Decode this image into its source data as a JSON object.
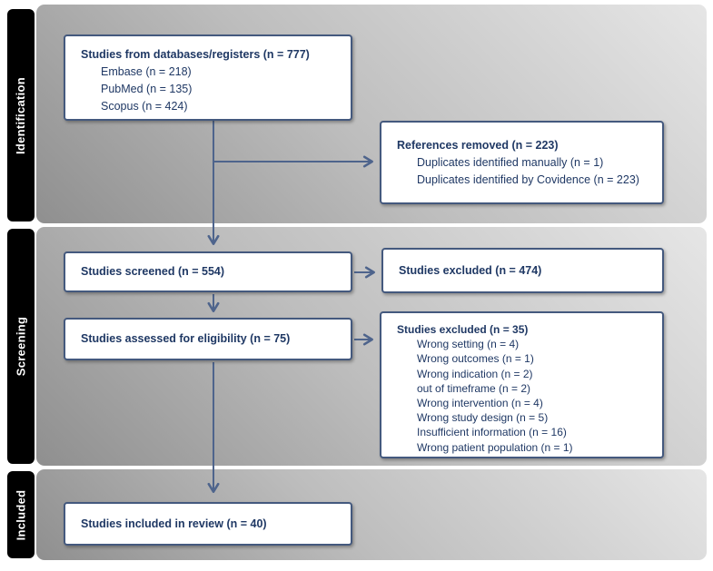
{
  "sidebar": {
    "items": [
      {
        "label": "Identification"
      },
      {
        "label": "Screening"
      },
      {
        "label": "Included"
      }
    ]
  },
  "boxes": {
    "databases": {
      "title": "Studies from databases/registers (n = 777)",
      "items": [
        "Embase (n = 218)",
        "PubMed (n = 135)",
        "Scopus (n = 424)"
      ]
    },
    "references_removed": {
      "title": "References removed (n = 223)",
      "items": [
        "Duplicates identified manually (n = 1)",
        "Duplicates identified by Covidence (n = 223)"
      ]
    },
    "screened": {
      "title": "Studies screened (n = 554)"
    },
    "excluded_screening": {
      "title": "Studies excluded (n = 474)"
    },
    "assessed": {
      "title": "Studies assessed for eligibility (n = 75)"
    },
    "excluded_eligibility": {
      "title": "Studies excluded (n = 35)",
      "items": [
        "Wrong setting (n = 4)",
        "Wrong outcomes (n = 1)",
        "Wrong indication (n = 2)",
        "out of timeframe (n = 2)",
        "Wrong intervention (n = 4)",
        "Wrong study design (n = 5)",
        "Insufficient information (n = 16)",
        "Wrong patient population (n = 1)"
      ]
    },
    "included": {
      "title": "Studies included in review (n = 40)"
    }
  },
  "colors": {
    "box_border": "#44597e",
    "text": "#1f3864",
    "arrow": "#4e648c",
    "sidebar_bg": "#000000",
    "sidebar_text": "#ffffff",
    "band_dark": "#8f8f8f",
    "band_light": "#e6e6e6"
  }
}
